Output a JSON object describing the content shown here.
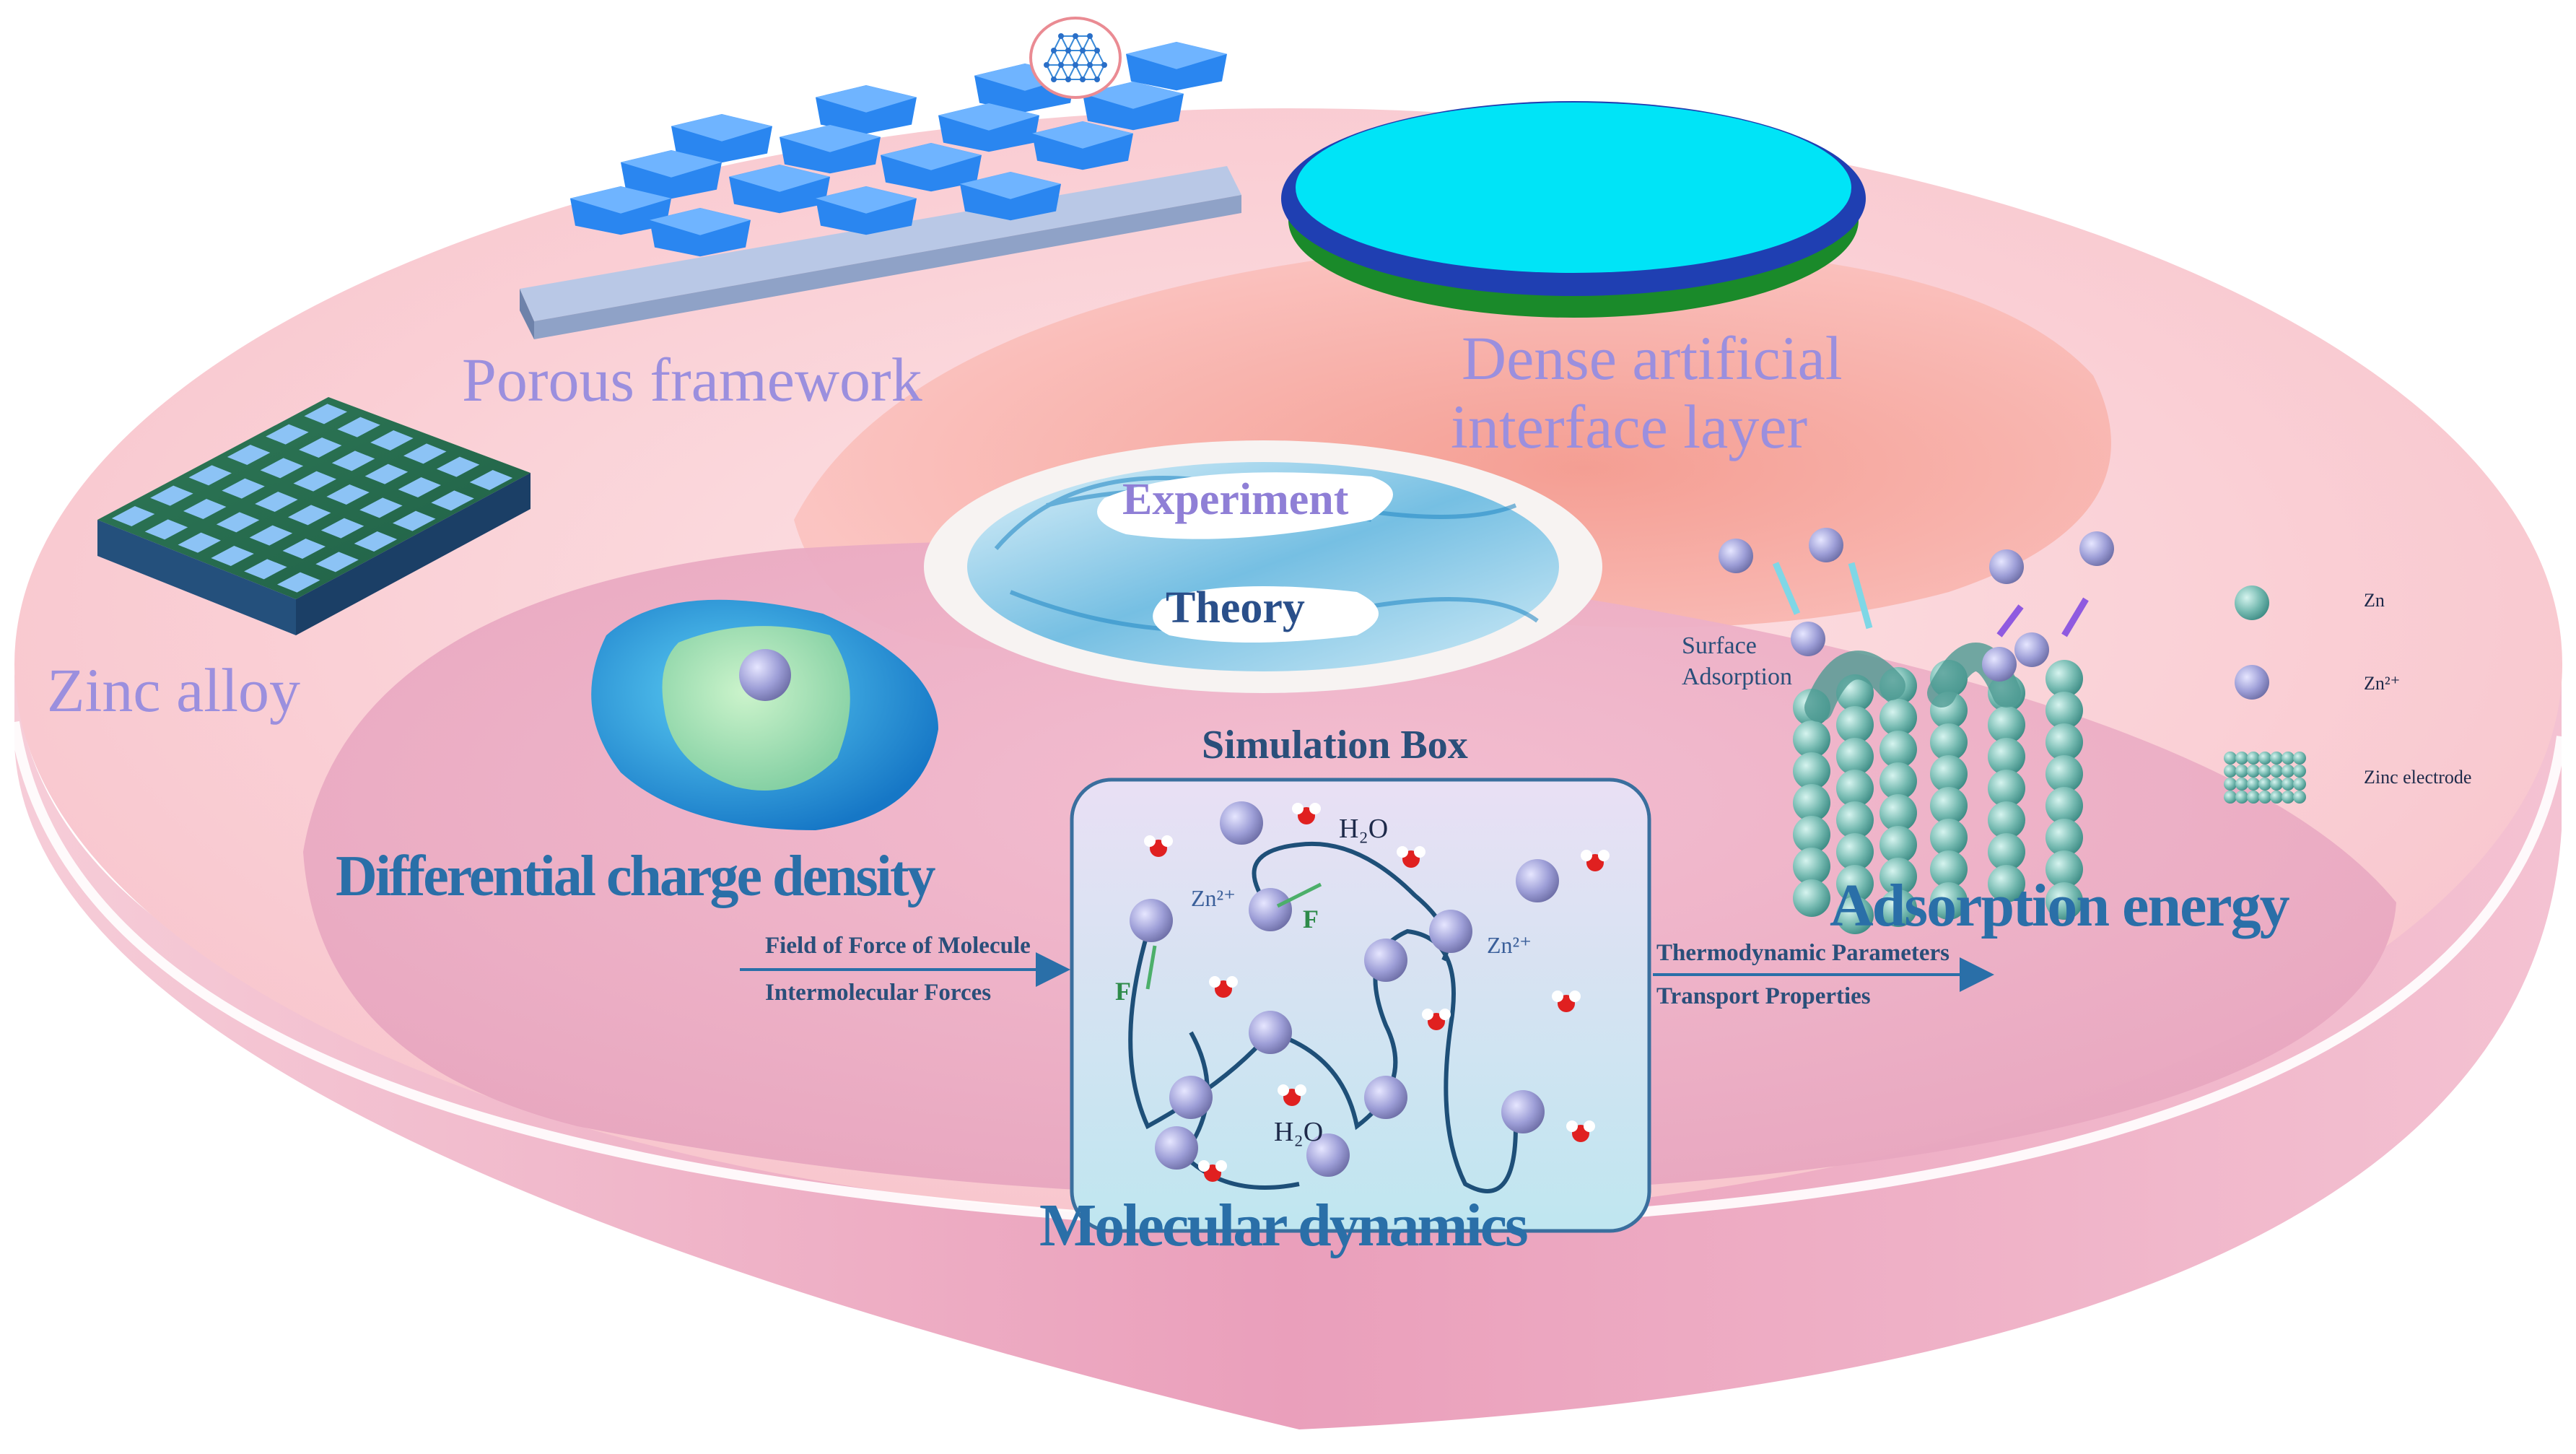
{
  "labels": {
    "porous_framework": "Porous framework",
    "dense_layer_line1": "Dense artificial",
    "dense_layer_line2": "interface layer",
    "zinc_alloy": "Zinc alloy",
    "experiment": "Experiment",
    "theory": "Theory",
    "differential_charge_density": "Differential charge density",
    "simulation_box": "Simulation Box",
    "field_of_force": "Field of Force of Molecule",
    "intermolecular_forces": "Intermolecular Forces",
    "thermodynamic_parameters": "Thermodynamic Parameters",
    "transport_properties": "Transport Properties",
    "molecular_dynamics": "Molecular dynamics",
    "adsorption_energy": "Adsorption energy",
    "surface_line1": "Surface",
    "surface_line2": "Adsorption",
    "force_symbol": "F",
    "water_1": "H₂O",
    "water_2": "H₂O",
    "zn2_plus_1": "Zn²⁺",
    "zn2_plus_2": "Zn²⁺"
  },
  "legend": {
    "zn": "Zn",
    "zn2": "Zn²⁺",
    "zinc_electrode": "Zinc electrode"
  },
  "colors": {
    "disk_top": "#fbd3d6",
    "disk_side": "#eeaec4",
    "salmon_region": "#f6a89c",
    "pink_region": "#e9a9c1",
    "label_purple": "#9b8fde",
    "label_blue": "#2a6fa8",
    "crystal_blue": "#1f6fe0",
    "disc_cyan": "#00e4f7",
    "disc_green": "#1a8a2a",
    "zinc_teal": "#6fb8ae",
    "ion_purple": "#9e9ed8"
  }
}
